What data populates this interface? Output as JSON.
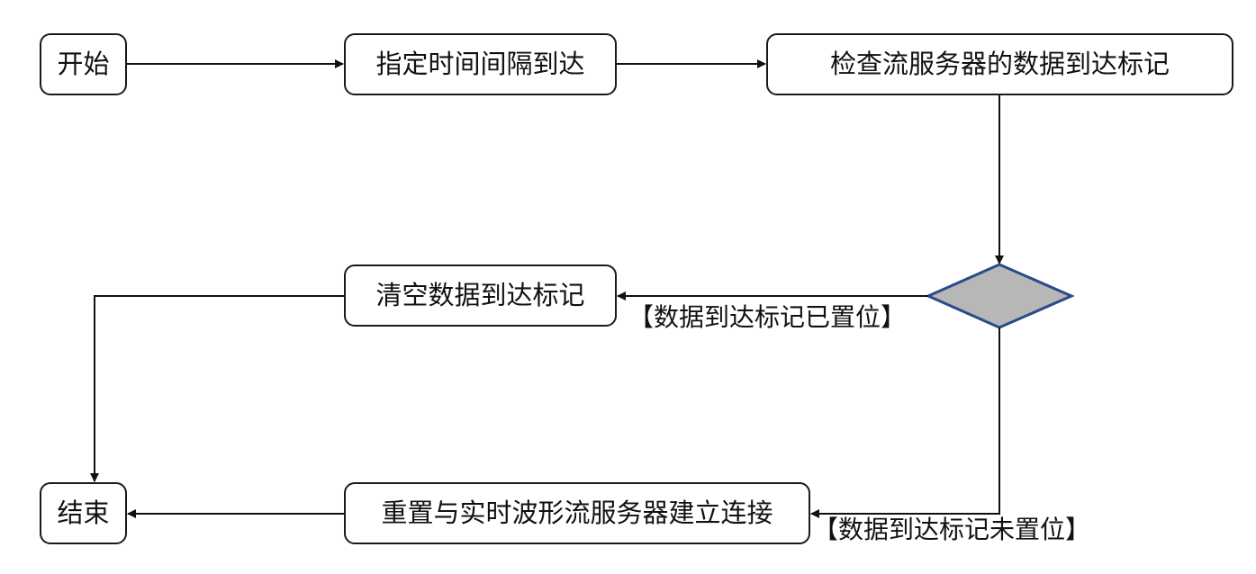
{
  "nodes": {
    "start": "开始",
    "set_interval": "指定时间间隔到达",
    "check_flag": "检查流服务器的数据到达标记",
    "clear_flag": "清空数据到达标记",
    "end": "结束",
    "reconnect": "重置与实时波形流服务器建立连接"
  },
  "edges": {
    "flag_set": "【数据到达标记已置位】",
    "flag_unset": "【数据到达标记未置位】"
  },
  "colors": {
    "decision_fill": "#b7b7b7",
    "decision_stroke": "#2b4a86",
    "line": "#111111"
  }
}
